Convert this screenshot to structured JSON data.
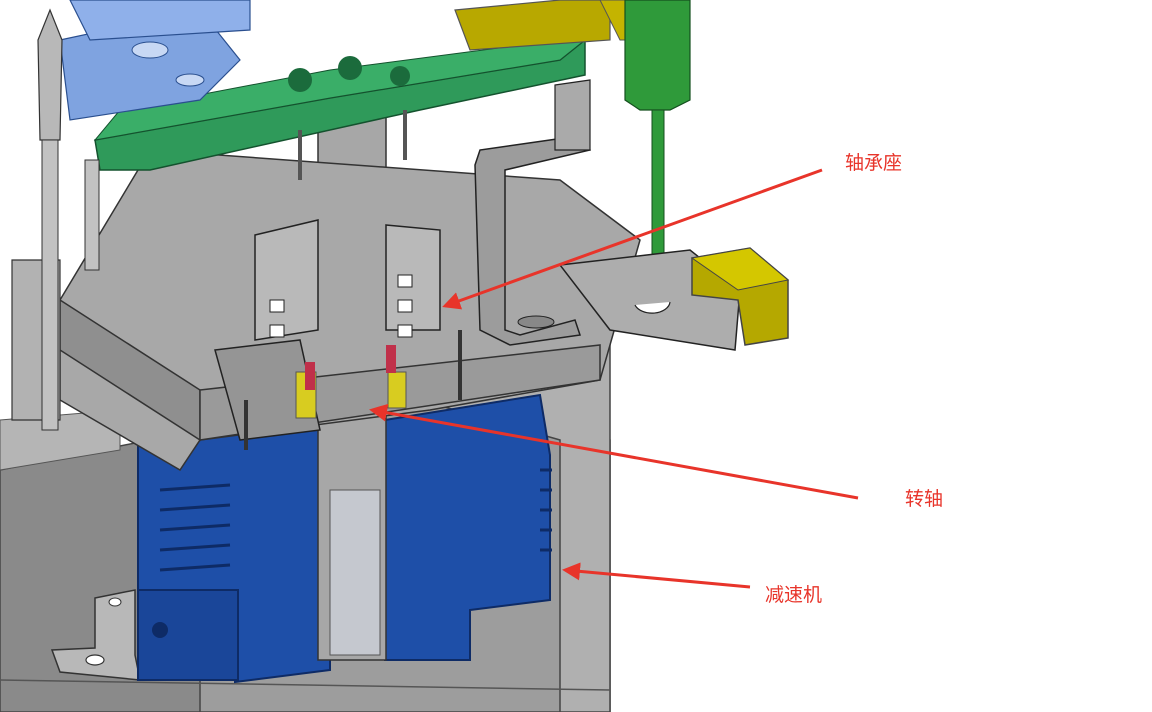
{
  "colors": {
    "background": "#ffffff",
    "housing_gray": "#a3a3a3",
    "housing_dark": "#8e8e8e",
    "reducer_blue": "#1e4fa8",
    "plate_green": "#2f9a5a",
    "bracket_yellow": "#b8a800",
    "disc_blue": "#7fa3e0",
    "annotation_red": "#e8342a"
  },
  "annotations": [
    {
      "id": "bearing-seat",
      "label": "轴承座"
    },
    {
      "id": "rotating-shaft",
      "label": "转轴"
    },
    {
      "id": "speed-reducer",
      "label": "减速机"
    }
  ]
}
